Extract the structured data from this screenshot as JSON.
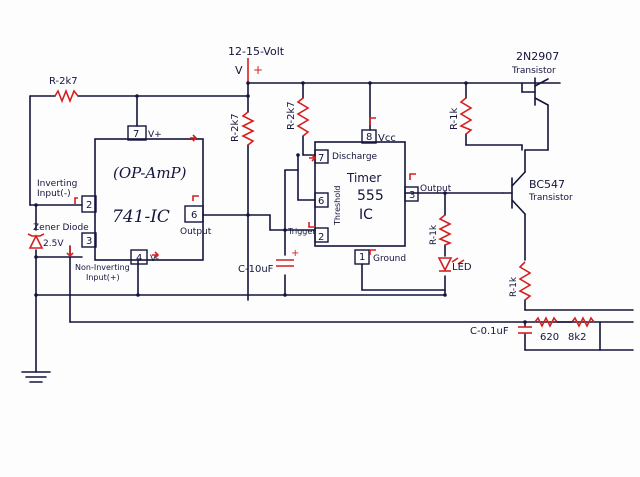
{
  "power": {
    "supply_label": "12-15-Volt",
    "plus_sign": "+",
    "v_label": "V"
  },
  "opamp": {
    "title": "(OP-AmP)",
    "name": "741-IC",
    "pin2": "2",
    "pin3": "3",
    "pin4": "4",
    "pin6": "6",
    "pin7": "7",
    "vplus": "V+",
    "vminus": "V-",
    "output_label": "Output",
    "inv_label_1": "Inverting",
    "inv_label_2": "Input(-)",
    "noninv_label_1": "Non-Inverting",
    "noninv_label_2": "Input(+)"
  },
  "timer": {
    "title": "Timer",
    "name": "555",
    "ic": "IC",
    "pin1": "1",
    "pin2": "2",
    "pin3": "3",
    "pin6": "6",
    "pin7": "7",
    "pin8": "8",
    "vcc": "Vcc",
    "discharge": "Discharge",
    "threshold": "Threshold",
    "trigger": "Trigger",
    "output": "Output",
    "ground": "Ground"
  },
  "components": {
    "r_top_left": "R-2k7",
    "r_mid": "R-2k7",
    "r_mid2": "R-2k7",
    "r_right_1k": "R-1k",
    "r_led": "R-1k",
    "r_bottom": "R-1k",
    "zener": "Zener Diode",
    "zener_v": "2.5V",
    "cap_10uf": "C-10uF",
    "cap_01uf": "C-0.1uF",
    "led": "LED",
    "r620": "620",
    "r8k2": "8k2"
  },
  "transistors": {
    "t1_name": "2N2907",
    "t1_type": "Transistor",
    "t2_name": "BC547",
    "t2_type": "Transistor"
  }
}
